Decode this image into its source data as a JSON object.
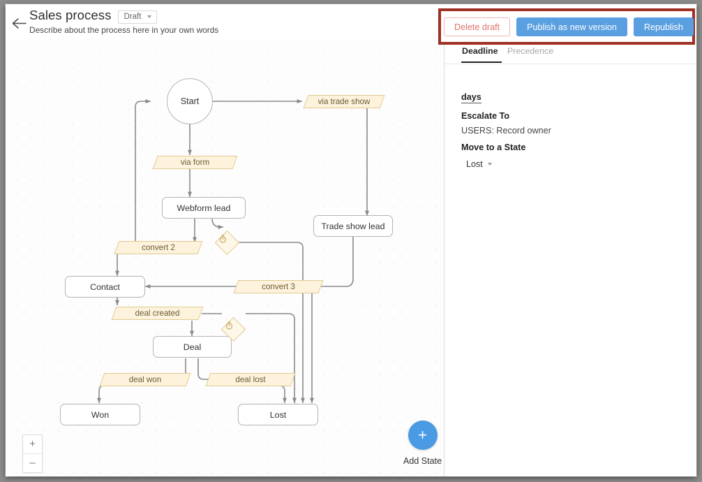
{
  "header": {
    "back_icon": "arrow-left-icon",
    "title": "Sales process",
    "status_badge": "Draft",
    "subtitle": "Describe about the process here in your own words",
    "actions": {
      "delete_draft": "Delete draft",
      "publish_new_version": "Publish as new version",
      "republish": "Republish"
    },
    "highlight_color": "#9e3024",
    "primary_color": "#5a9fe0",
    "danger_color": "#e2706a"
  },
  "canvas": {
    "zoom_in": "+",
    "zoom_out": "–",
    "add_state": {
      "icon": "plus-icon",
      "label": "Add State"
    },
    "nodes": [
      {
        "id": "start",
        "label": "Start",
        "shape": "circle"
      },
      {
        "id": "webform-lead",
        "label": "Webform lead",
        "shape": "rounded-rect"
      },
      {
        "id": "trade-show-lead",
        "label": "Trade show lead",
        "shape": "rounded-rect"
      },
      {
        "id": "contact",
        "label": "Contact",
        "shape": "rounded-rect"
      },
      {
        "id": "deal",
        "label": "Deal",
        "shape": "rounded-rect"
      },
      {
        "id": "won",
        "label": "Won",
        "shape": "rounded-rect"
      },
      {
        "id": "lost",
        "label": "Lost",
        "shape": "rounded-rect"
      }
    ],
    "transitions": [
      {
        "id": "via-trade-show",
        "label": "via trade show"
      },
      {
        "id": "via-form",
        "label": "via form"
      },
      {
        "id": "convert-2",
        "label": "convert 2"
      },
      {
        "id": "convert-3",
        "label": "convert 3"
      },
      {
        "id": "deal-created",
        "label": "deal created"
      },
      {
        "id": "deal-won",
        "label": "deal won"
      },
      {
        "id": "deal-lost",
        "label": "deal lost"
      }
    ],
    "timers": [
      {
        "id": "timer-1",
        "icon": "stopwatch-icon"
      },
      {
        "id": "timer-2",
        "icon": "stopwatch-icon"
      }
    ],
    "transition_fill": "#fdf3dd",
    "transition_border": "#e2c98f",
    "connector_color": "#8a8a8a"
  },
  "panel": {
    "tabs": [
      {
        "id": "deadline",
        "label": "Deadline",
        "active": true
      },
      {
        "id": "precedence",
        "label": "Precedence",
        "active": false
      }
    ],
    "fields": {
      "days": "days",
      "escalate_to_label": "Escalate To",
      "escalate_to_value": "USERS: Record owner",
      "move_to_state_label": "Move to a State",
      "move_to_state_value": "Lost"
    }
  }
}
